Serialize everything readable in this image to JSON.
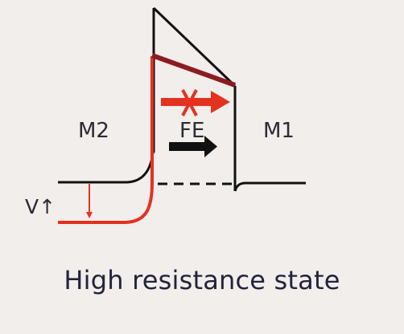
{
  "labels": {
    "left_electrode": "M2",
    "barrier": "FE",
    "right_electrode": "M1",
    "voltage": "V↑"
  },
  "caption": "High resistance state",
  "colors": {
    "background": "#f1eeec",
    "line": "#111111",
    "biased_band": "#e3321f",
    "barrier_top_biased": "#8b1c22",
    "blocked_arrow": "#e3321f",
    "text": "#2a2a33"
  },
  "icons": {
    "blocked_arrow": "right-arrow-crossed-icon",
    "transport_arrow": "right-arrow-icon",
    "voltage_arrow": "down-arrow-icon"
  }
}
